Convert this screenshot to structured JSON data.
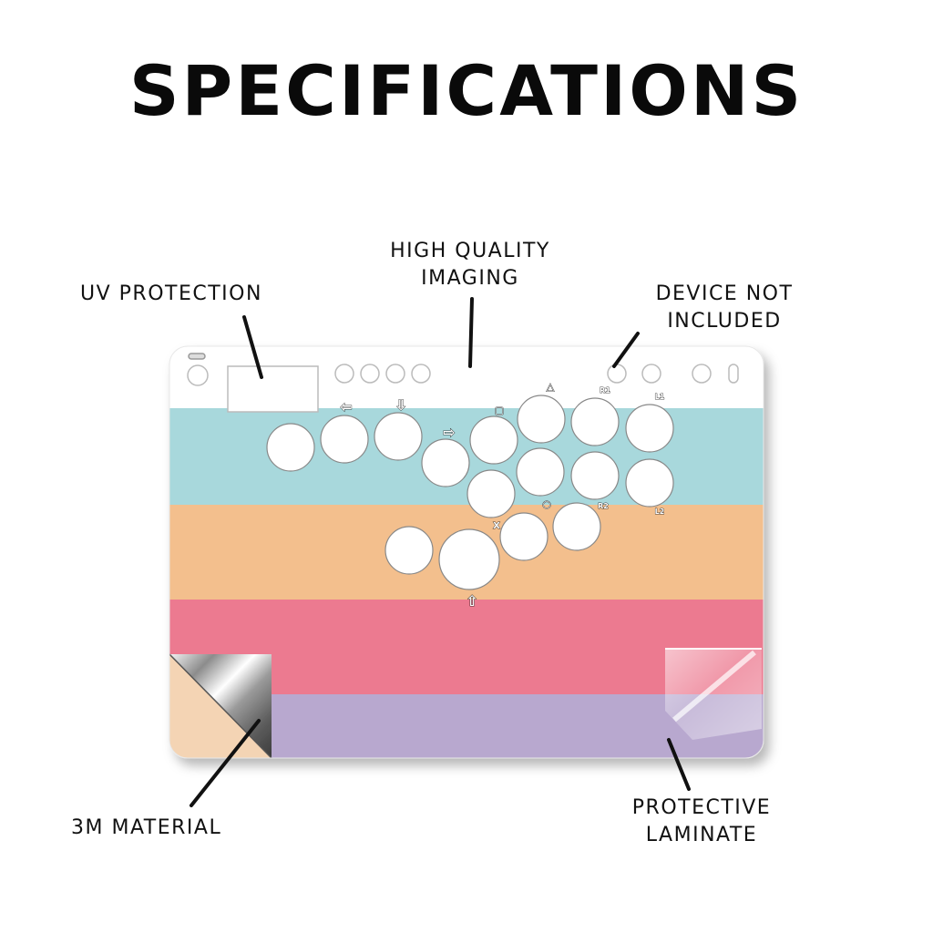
{
  "page": {
    "title": "SPECIFICATIONS"
  },
  "callouts": {
    "uv_protection": [
      "UV PROTECTION"
    ],
    "high_quality_imaging": [
      "HIGH QUALITY",
      "IMAGING"
    ],
    "device_not_included": [
      "DEVICE NOT",
      "INCLUDED"
    ],
    "material": [
      "3M MATERIAL"
    ],
    "protective_laminate": [
      "PROTECTIVE",
      "LAMINATE"
    ]
  },
  "button_legends": {
    "left": "⇦",
    "down": "⇩",
    "right": "⇨",
    "up": "⇧",
    "square": "▢",
    "triangle": "△",
    "circle": "○",
    "cross": "X",
    "r1": "R1",
    "l1": "L1",
    "r2": "R2",
    "l2": "L2"
  },
  "colors": {
    "stripe_white": "#ffffff",
    "stripe_blue": "#a8d8dc",
    "stripe_orange": "#f3bf8d",
    "stripe_pink": "#ec7a90",
    "stripe_purple": "#b8a8cf",
    "peel_backing": "#f4d4b4"
  }
}
